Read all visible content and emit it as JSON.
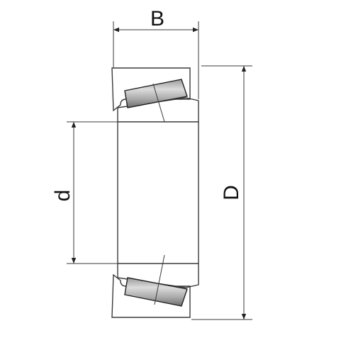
{
  "diagram": {
    "labels": {
      "width": "B",
      "outer_diameter": "D",
      "bore_diameter": "d"
    },
    "colors": {
      "line": "#3a3a3a",
      "roller_light": "#d6d6d6",
      "roller_dark": "#7a7a7a",
      "background": "#ffffff"
    }
  }
}
